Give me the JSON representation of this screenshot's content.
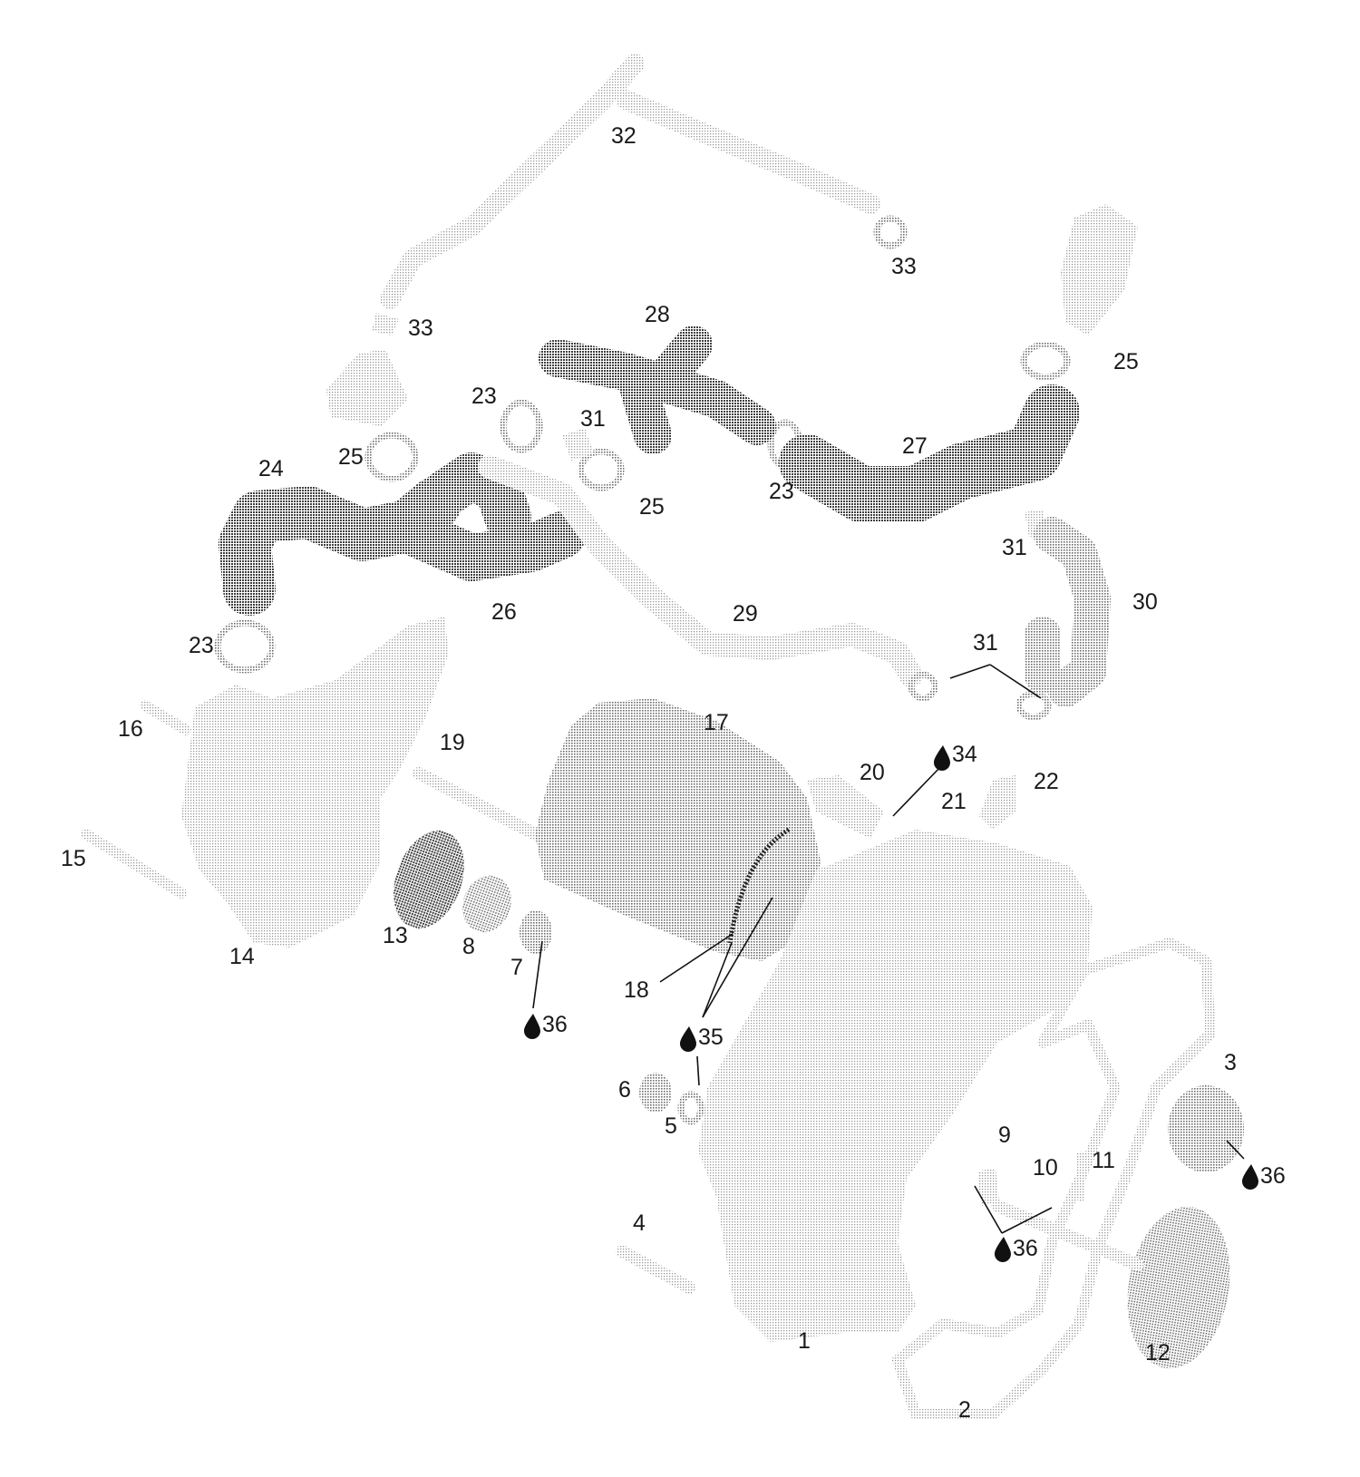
{
  "diagram": {
    "callouts": [
      {
        "id": "c1",
        "text": "1"
      },
      {
        "id": "c2",
        "text": "2"
      },
      {
        "id": "c3",
        "text": "3"
      },
      {
        "id": "c4",
        "text": "4"
      },
      {
        "id": "c5",
        "text": "5"
      },
      {
        "id": "c6",
        "text": "6"
      },
      {
        "id": "c7",
        "text": "7"
      },
      {
        "id": "c8",
        "text": "8"
      },
      {
        "id": "c9",
        "text": "9"
      },
      {
        "id": "c10",
        "text": "10"
      },
      {
        "id": "c11",
        "text": "11"
      },
      {
        "id": "c12",
        "text": "12"
      },
      {
        "id": "c13",
        "text": "13"
      },
      {
        "id": "c14",
        "text": "14"
      },
      {
        "id": "c15",
        "text": "15"
      },
      {
        "id": "c16",
        "text": "16"
      },
      {
        "id": "c17",
        "text": "17"
      },
      {
        "id": "c18",
        "text": "18"
      },
      {
        "id": "c19",
        "text": "19"
      },
      {
        "id": "c20",
        "text": "20"
      },
      {
        "id": "c21",
        "text": "21"
      },
      {
        "id": "c22",
        "text": "22"
      },
      {
        "id": "c23a",
        "text": "23"
      },
      {
        "id": "c23b",
        "text": "23"
      },
      {
        "id": "c23c",
        "text": "23"
      },
      {
        "id": "c24",
        "text": "24"
      },
      {
        "id": "c25a",
        "text": "25"
      },
      {
        "id": "c25b",
        "text": "25"
      },
      {
        "id": "c25c",
        "text": "25"
      },
      {
        "id": "c26",
        "text": "26"
      },
      {
        "id": "c27",
        "text": "27"
      },
      {
        "id": "c28",
        "text": "28"
      },
      {
        "id": "c29",
        "text": "29"
      },
      {
        "id": "c30",
        "text": "30"
      },
      {
        "id": "c31a",
        "text": "31"
      },
      {
        "id": "c31b",
        "text": "31"
      },
      {
        "id": "c31c",
        "text": "31"
      },
      {
        "id": "c32",
        "text": "32"
      },
      {
        "id": "c33a",
        "text": "33"
      },
      {
        "id": "c33b",
        "text": "33"
      },
      {
        "id": "c34",
        "text": "34"
      },
      {
        "id": "c35",
        "text": "35"
      },
      {
        "id": "c36a",
        "text": "36"
      },
      {
        "id": "c36b",
        "text": "36"
      },
      {
        "id": "c36c",
        "text": "36"
      }
    ],
    "icons": {
      "lubricant": "oil-drop-icon"
    },
    "colors": {
      "dark": "#5a5a5a",
      "medium": "#8f8f8f",
      "light": "#c2c2c2",
      "ink": "#111111"
    }
  }
}
